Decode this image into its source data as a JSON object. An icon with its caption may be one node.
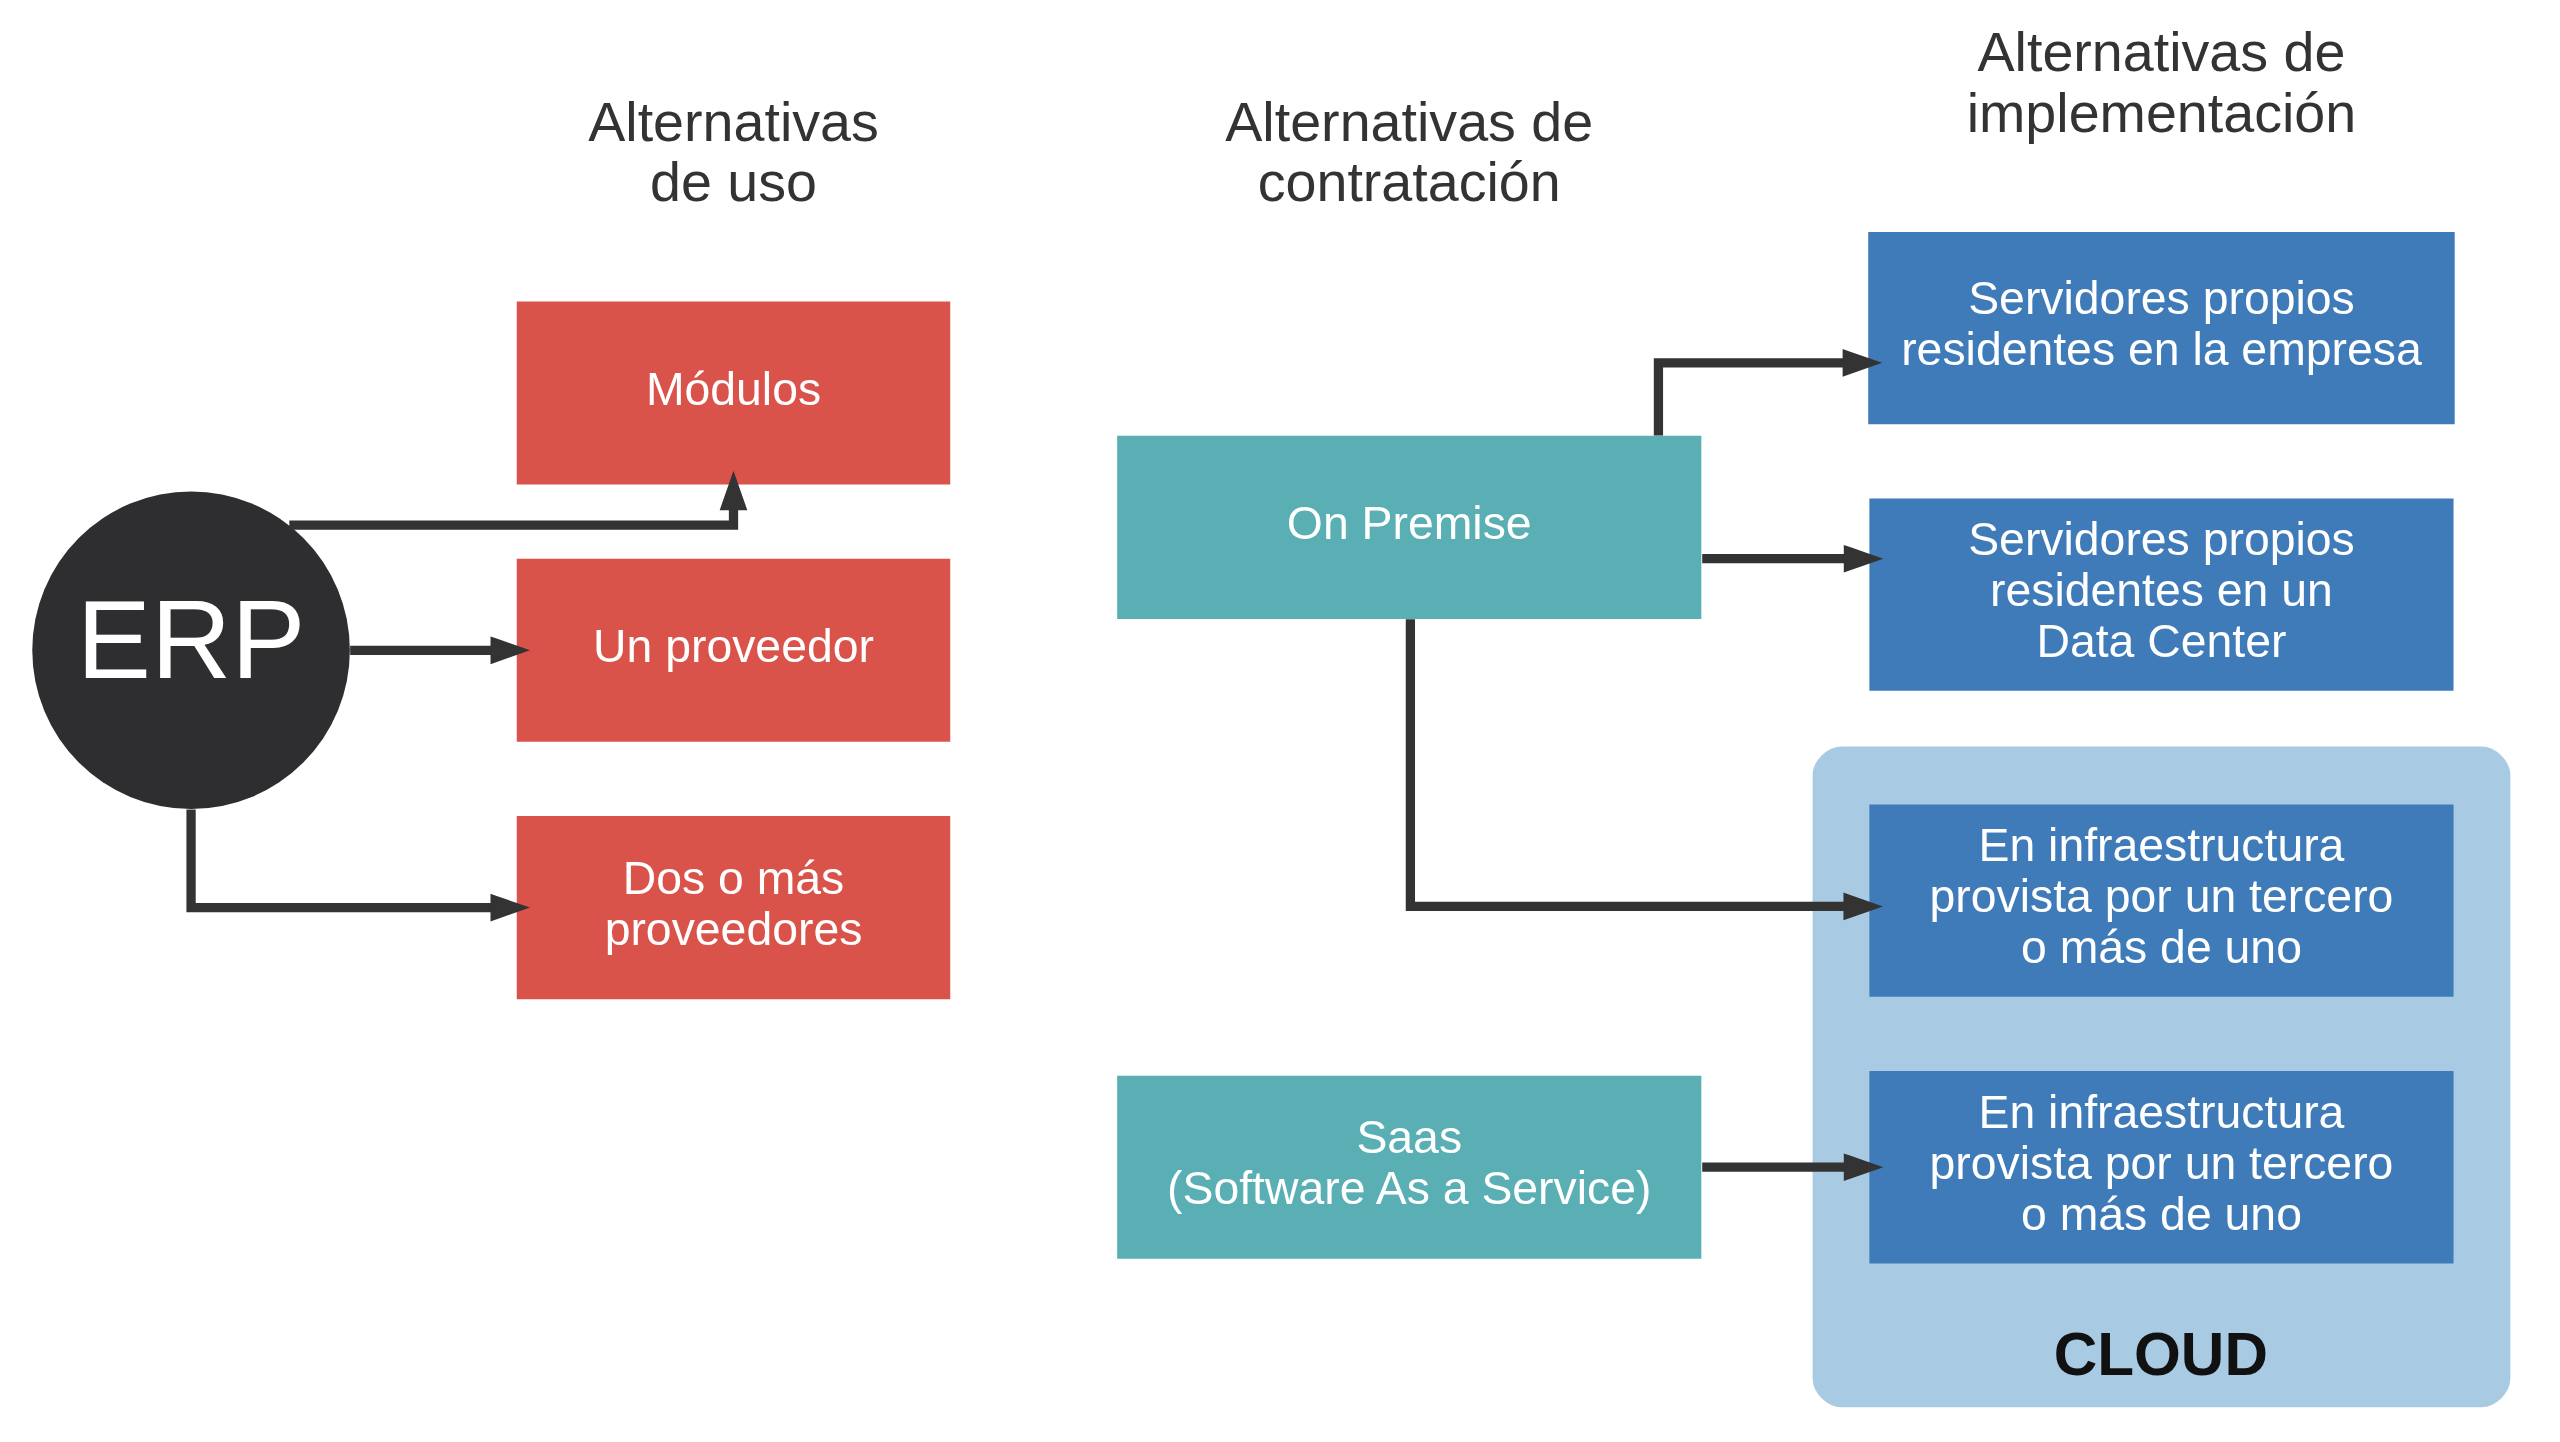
{
  "diagram": {
    "nodes": [
      {
        "text": [
          "ERP"
        ]
      },
      {
        "text": [
          "Módulos"
        ]
      },
      {
        "text": [
          "Un proveedor"
        ]
      },
      {
        "text": [
          "Dos o más proveedores"
        ]
      },
      {
        "text": [
          "On Premise"
        ]
      },
      {
        "text": [
          "Saas",
          "(Software As a Service)"
        ]
      },
      {
        "text": [
          "Servidores propios residentes en la empresa"
        ]
      },
      {
        "text": [
          "Servidores propios residentes en un Data Center"
        ]
      },
      {
        "text": [
          "CLOUD"
        ]
      },
      {
        "text": [
          "En infraestructura provista por un tercero o más de uno"
        ],
        "in": 8
      },
      {
        "text": [
          "En infraestructura provista por un tercero o más de uno"
        ],
        "in": 8
      }
    ],
    "edges": [
      {
        "from": 0,
        "to": 1,
        "arrow": "to"
      },
      {
        "from": 0,
        "to": 2,
        "arrow": "to"
      },
      {
        "from": 0,
        "to": 3,
        "arrow": "to"
      },
      {
        "from": 4,
        "to": 6,
        "arrow": "to"
      },
      {
        "from": 4,
        "to": 7,
        "arrow": "to"
      },
      {
        "from": 4,
        "to": 9,
        "arrow": "to"
      },
      {
        "from": 5,
        "to": 10,
        "arrow": "to"
      }
    ],
    "labels": [
      "Alternativas de uso",
      "Alternativas de contratación",
      "Alternativas de implementación"
    ]
  }
}
